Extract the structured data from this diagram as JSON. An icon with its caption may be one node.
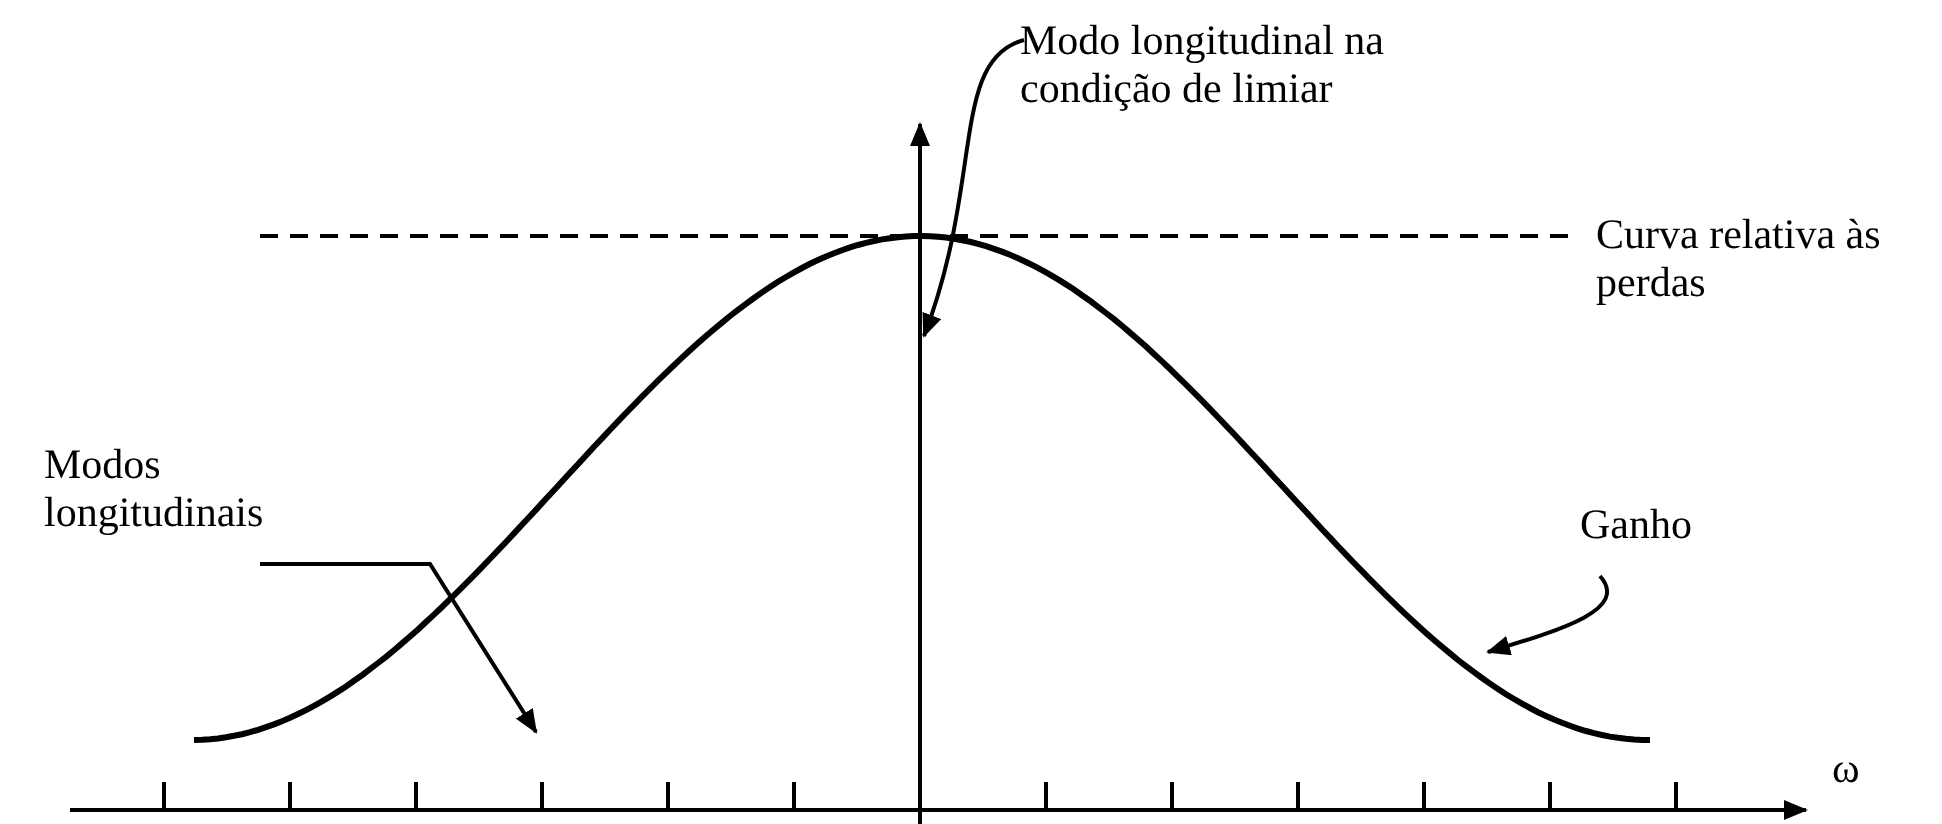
{
  "diagram": {
    "nodes": [
      {
        "text": [
          "Modo longitudinal na condição de limiar"
        ]
      },
      {
        "text": [
          "Modos longitudinais"
        ]
      },
      {
        "text": [
          "Ganho"
        ]
      },
      {
        "text": [],
        "shape": "curve"
      },
      {
        "text": [],
        "shape": "line"
      },
      {
        "text": [],
        "shape": "line"
      }
    ],
    "edges": [
      {
        "from": 0,
        "to": 4,
        "arrow": "to"
      },
      {
        "from": 1,
        "to": 5,
        "arrow": "to"
      },
      {
        "from": 2,
        "to": 3,
        "arrow": "to"
      }
    ],
    "labels": [
      "Curva relativa às perdas",
      "ω"
    ]
  }
}
